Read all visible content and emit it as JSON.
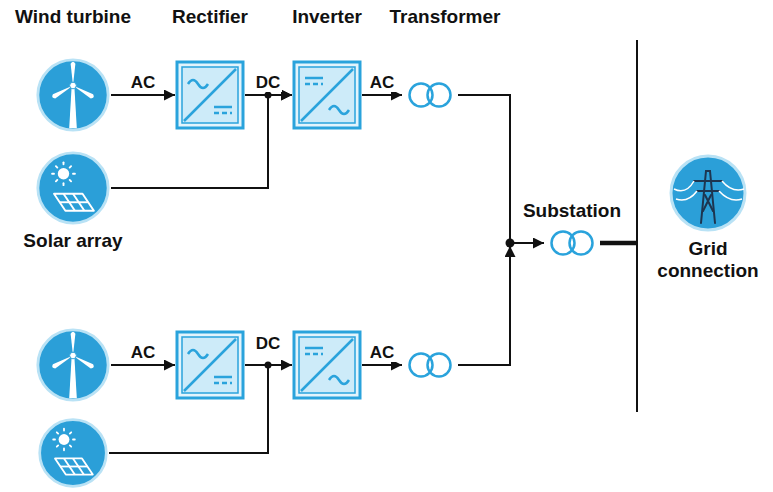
{
  "diagram": {
    "nodes": [
      {
        "text": [
          "Wind turbine"
        ]
      },
      {
        "text": [
          "Rectifier"
        ]
      },
      {
        "text": [
          "Inverter"
        ]
      },
      {
        "text": [
          "Transformer"
        ]
      },
      {
        "text": [
          "Solar array"
        ]
      },
      {
        "text": [
          "Substation"
        ]
      },
      {
        "text": [
          "Grid connection"
        ]
      }
    ],
    "edges": [
      {
        "from": 0,
        "to": 1,
        "arrow": "to",
        "label": "AC"
      },
      {
        "from": 1,
        "to": 2,
        "arrow": "to",
        "label": "DC"
      },
      {
        "from": 4,
        "to": 2,
        "arrow": "to"
      },
      {
        "from": 2,
        "to": 3,
        "arrow": "to",
        "label": "AC"
      },
      {
        "from": 3,
        "to": 5,
        "arrow": "to"
      }
    ],
    "labels": [
      "AC",
      "DC",
      "AC"
    ]
  }
}
